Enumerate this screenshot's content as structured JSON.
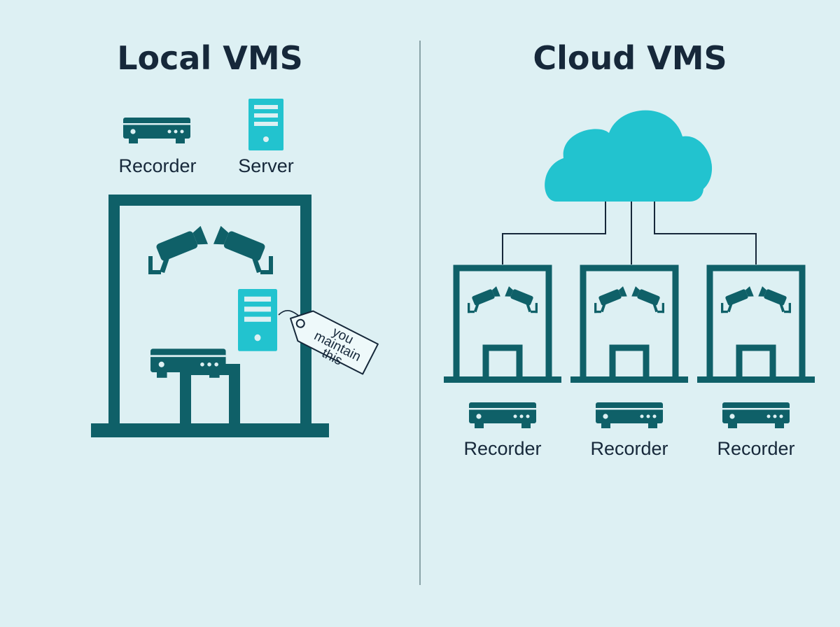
{
  "colors": {
    "background": "#ddf0f3",
    "primary": "#0f6068",
    "accent": "#22c3cf",
    "text": "#16283a",
    "divider": "#8aa3a8"
  },
  "local": {
    "title": "Local VMS",
    "recorder_label": "Recorder",
    "server_label": "Server",
    "tag_lines": [
      "you",
      "maintain",
      "this"
    ]
  },
  "cloud": {
    "title": "Cloud VMS",
    "sites": [
      {
        "recorder_label": "Recorder"
      },
      {
        "recorder_label": "Recorder"
      },
      {
        "recorder_label": "Recorder"
      }
    ]
  },
  "icons": [
    "recorder-icon",
    "server-icon",
    "camera-icon",
    "building-icon",
    "cloud-icon",
    "tag-icon"
  ]
}
